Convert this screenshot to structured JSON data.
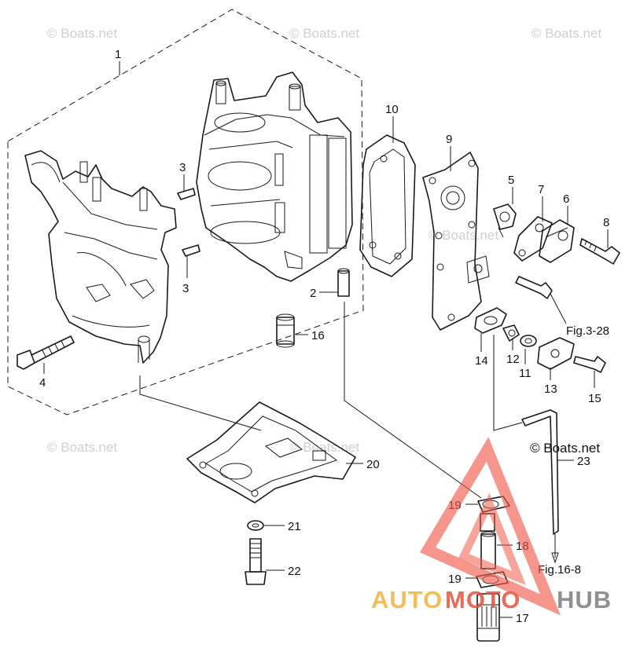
{
  "watermarks": [
    "© Boats.net",
    "© Boats.net",
    "© Boats.net",
    "© Boats.net",
    "© Boats.net",
    "© Boats.net"
  ],
  "copyright": "© Boats.net",
  "callouts": {
    "c1": "1",
    "c10": "10",
    "c9": "9",
    "c5": "5",
    "c7": "7",
    "c6": "6",
    "c8": "8",
    "c3a": "3",
    "c3b": "3",
    "c2": "2",
    "c16": "16",
    "c4": "4",
    "c14": "14",
    "c12": "12",
    "c11": "11",
    "c13": "13",
    "c15": "15",
    "c20": "20",
    "c21": "21",
    "c22": "22",
    "c23": "23",
    "c19a": "19",
    "c19b": "19",
    "c18": "18",
    "c17": "17"
  },
  "references": {
    "fig328": "Fig.3-28",
    "fig168": "Fig.16-8"
  },
  "brand": {
    "auto": "AUTO",
    "moto": "MOTO",
    "hub": "HUB"
  },
  "colors": {
    "brand_red": "#e8503a",
    "brand_orange": "#f3b23a",
    "brand_grey": "#7d7d7d",
    "logo_red": "#ef5a4a"
  }
}
